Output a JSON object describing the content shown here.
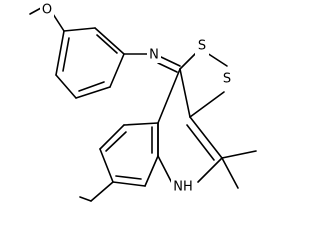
{
  "molecule": {
    "atoms": {
      "methoxy_oxygen": "O",
      "imine_nitrogen": "N",
      "sulfur_top": "S",
      "sulfur_right": "S",
      "amine_nh": "NH"
    }
  }
}
